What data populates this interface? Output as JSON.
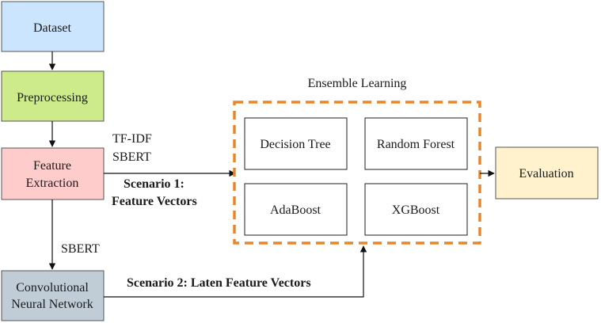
{
  "nodes": {
    "dataset": "Dataset",
    "preprocessing": "Preprocessing",
    "feature_extraction": [
      "Feature",
      "Extraction"
    ],
    "cnn": [
      "Convolutional",
      "Neural Network"
    ],
    "evaluation": "Evaluation"
  },
  "ensemble": {
    "title": "Ensemble Learning",
    "models": [
      "Decision Tree",
      "Random Forest",
      "AdaBoost",
      "XGBoost"
    ]
  },
  "edge_labels": {
    "tfidf": "TF-IDF",
    "sbert_top": "SBERT",
    "scenario1": [
      "Scenario 1:",
      "Feature Vectors"
    ],
    "sbert_side": "SBERT",
    "scenario2": "Scenario 2: Laten Feature Vectors"
  },
  "colors": {
    "dataset": "#cce5ff",
    "preprocessing": "#cdeb8b",
    "feature_extraction": "#ffcccc",
    "cnn": "#c1cdd6",
    "evaluation": "#fff2cc",
    "ensemble_border": "#e8862a"
  }
}
